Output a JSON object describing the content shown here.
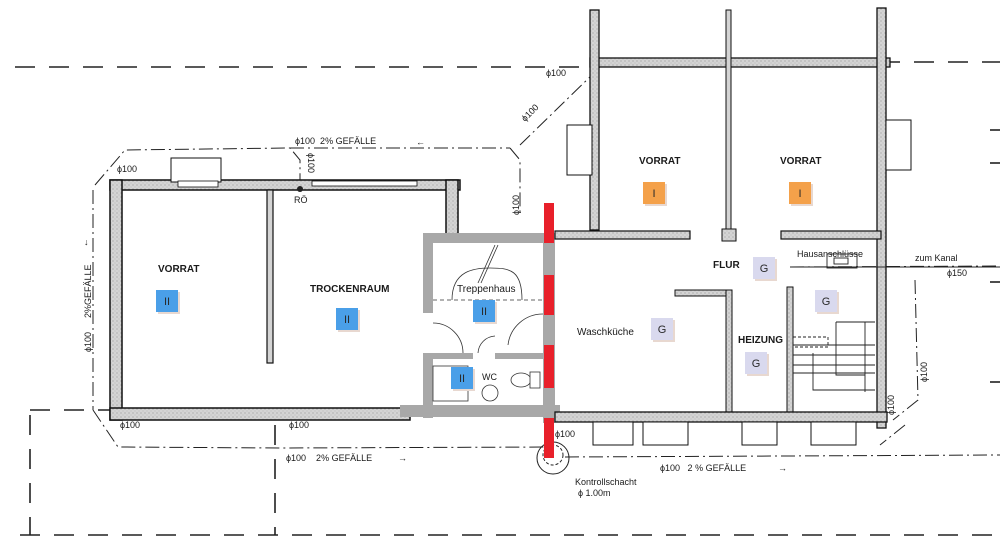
{
  "plan": {
    "title": "Kellergeschoss Grundriss",
    "rooms": [
      {
        "id": "vorrat-left",
        "label": "VORRAT",
        "category": "II"
      },
      {
        "id": "trockenraum",
        "label": "TROCKENRAUM",
        "category": "II"
      },
      {
        "id": "treppenhaus",
        "label": "Treppenhaus",
        "category": "II"
      },
      {
        "id": "wc",
        "label": "WC",
        "category": "II"
      },
      {
        "id": "vorrat-mid",
        "label": "VORRAT",
        "category": "I"
      },
      {
        "id": "vorrat-right",
        "label": "VORRAT",
        "category": "I"
      },
      {
        "id": "flur",
        "label": "FLUR",
        "category": "G"
      },
      {
        "id": "waschkueche",
        "label": "Waschküche",
        "category": "G"
      },
      {
        "id": "heizung",
        "label": "HEIZUNG",
        "category": "G"
      },
      {
        "id": "hausanschluesse",
        "label": "Hausanschlüsse",
        "category": "G"
      }
    ],
    "category_colors": {
      "I": "#f4a14a",
      "II": "#4a9fe8",
      "G": "#d9d9ee"
    },
    "marker_color": "#e8202a",
    "annotations": {
      "pipe_d100": "ϕ100",
      "pipe_d150": "ϕ150",
      "slope_top": "ϕ100  2% GEFÄLLE",
      "slope_left": "2%GEFÄLLE",
      "slope_left_pipe": "ϕ100",
      "slope_bottom_left": "ϕ100    2% GEFÄLLE",
      "slope_bottom_right": "ϕ100   2 % GEFÄLLE",
      "ro": "RÖ",
      "zum_kanal": "zum Kanal",
      "kontrollschacht": "Kontrollschacht",
      "kontrollschacht_size": "ϕ 1.00m",
      "arrow_left": "←",
      "arrow_right": "→",
      "arrow_down": "↓"
    }
  }
}
